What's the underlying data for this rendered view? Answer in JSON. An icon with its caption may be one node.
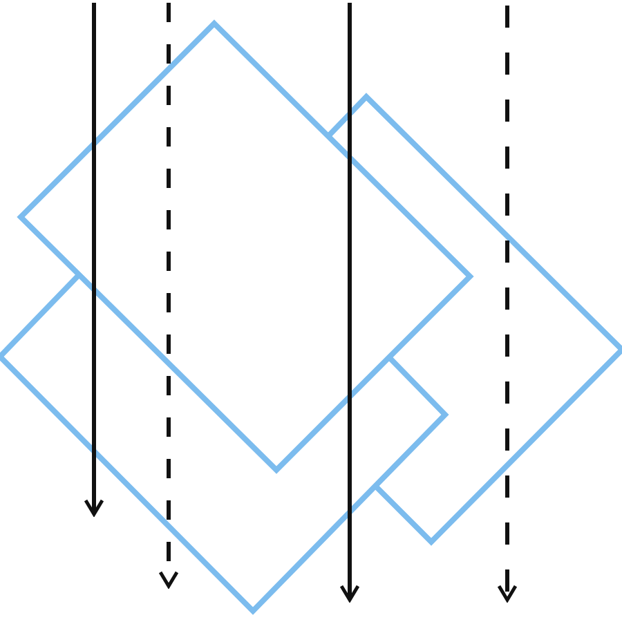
{
  "diagram": {
    "nodes": [
      {
        "text": [],
        "shape": "diamond"
      },
      {
        "text": [],
        "shape": "diamond"
      },
      {
        "text": [],
        "shape": "diamond"
      }
    ]
  }
}
